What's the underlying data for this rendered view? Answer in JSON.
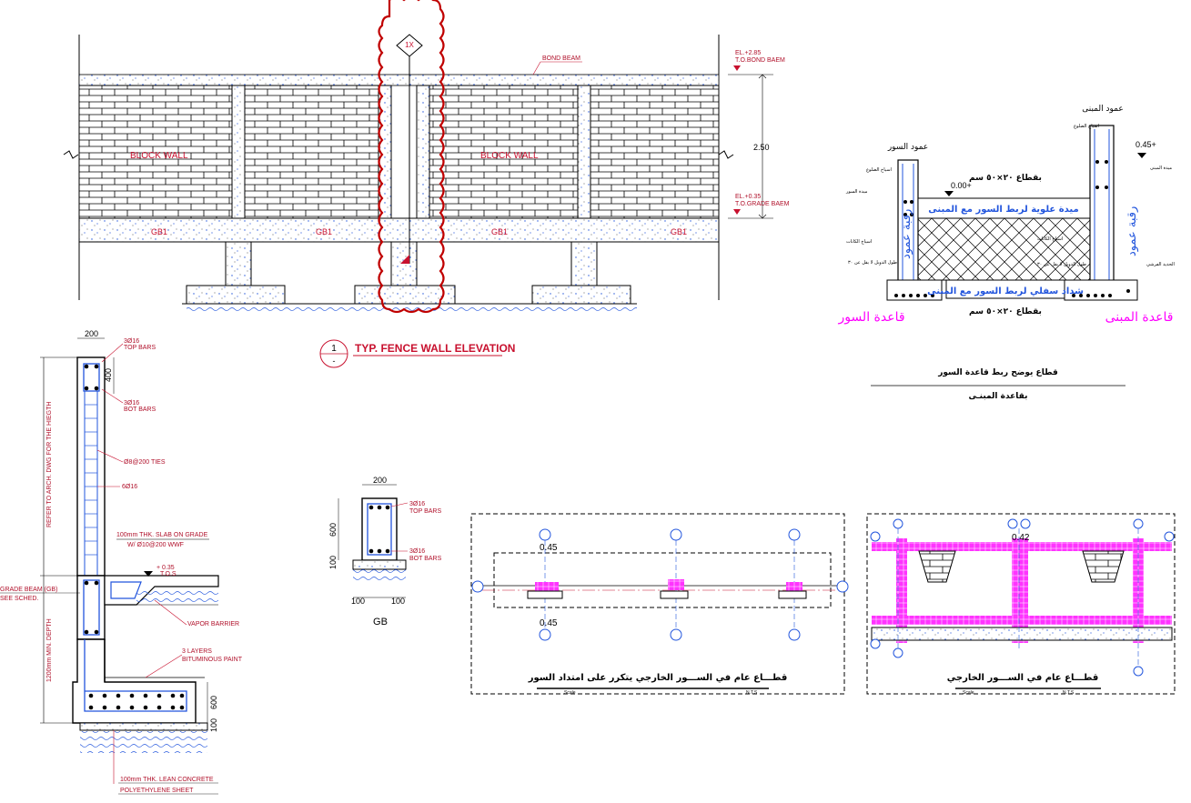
{
  "elevation": {
    "bond_beam": "BOND BEAM",
    "el_top": "EL.+2.85",
    "el_top_sub": "T.O.BOND BAEM",
    "height": "2.50",
    "el_grade": "EL.+0.35",
    "el_grade_sub": "T.O.GRADE BAEM",
    "wall_label_1": "BLOCK WALL",
    "wall_label_2": "BLOCK WALL",
    "gb": [
      "GB1",
      "GB1",
      "GB1",
      "GB1"
    ],
    "marker": "1X",
    "title_no": "1",
    "title_sub": "-",
    "title": "TYP. FENCE WALL ELEVATION"
  },
  "section": {
    "dim_200": "200",
    "dim_400": "400",
    "top_bars_qty": "3Ø16",
    "top_bars": "TOP BARS",
    "bot_bars_qty": "3Ø16",
    "bot_bars": "BOT BARS",
    "ties": "Ø8@200 TIES",
    "vert_bars": "6Ø16",
    "vert_note": "REFER TO ARCH. DWG FOR THE HIEGTH",
    "slab_note": "100mm THK. SLAB ON GRADE",
    "slab_note2": "W/ Ø10@200 WWF",
    "level": "+ 0.35",
    "level_sub": "T.O.S",
    "gb_note": "GRADE BEAM (GB)",
    "gb_note2": "SEE SCHED.",
    "vapor": "VAPOR BARRIER",
    "depth": "1200mm MIN. DEPTH",
    "paint1": "3 LAYERS",
    "paint2": "BITUMINOUS PAINT",
    "dim_600": "600",
    "dim_100": "100",
    "lean": "100mm THK. LEAN CONCRETE",
    "poly": "POLYETHYLENE SHEET"
  },
  "gb_detail": {
    "dim_200": "200",
    "dim_600": "600",
    "dim_100a": "100",
    "dim_100b": "100",
    "dim_100c": "100",
    "top_qty": "3Ø16",
    "top": "TOP BARS",
    "bot_qty": "3Ø16",
    "bot": "BOT BARS",
    "caption": "GB"
  },
  "arabic_section": {
    "col_fence": "عمود السور",
    "col_building": "عمود المبنى",
    "neck_left": "رقبة عمود",
    "neck_right": "رقبة عمود",
    "base_fence": "قاعدة السور",
    "base_building": "قاعدة المبنى",
    "upper_beam": "ميدة علوية لربط السور مع المبنى",
    "lower_beam": "شداد سفلي لربط السور مع المبنى",
    "cut_upper": "بقطاع ٢٠×٥٠ سم",
    "cut_lower": "بقطاع ٢٠×٥٠ سم",
    "lvl_left": "0.00+",
    "lvl_right": "0.45+",
    "small_notes": [
      "اسياخ الضلوع",
      "ميدة السور",
      "اسياخ الكانات",
      "طول الدوبل لا يقل عن ٣٠",
      "اسياخ الضلوع",
      "ميدة المبنى",
      "اسياخ الكانات",
      "طول الدوبل لا يقل عن ٣٠",
      "الحديد الفرشي"
    ],
    "caption1": "قطاع يوضح ربط قاعدة السور",
    "caption2": "بقاعدة المبنـى"
  },
  "plan1": {
    "dim_top": "0.45",
    "dim_bot": "0.45",
    "title": "قطـــاع عام في الســـور الخارجي يتكرر على امتداد السور",
    "scale": "Scale",
    "nts": "N.T.S"
  },
  "plan2": {
    "dim_top": "0.42",
    "title": "قطـــاع عام في الســـور الخارجي",
    "scale": "Scale",
    "nts": "N.T.S"
  },
  "colors": {
    "line": "#000000",
    "red": "#c8102e",
    "magenta": "#ff00ff",
    "blue": "#2255dd",
    "cloud": "#c00000"
  }
}
